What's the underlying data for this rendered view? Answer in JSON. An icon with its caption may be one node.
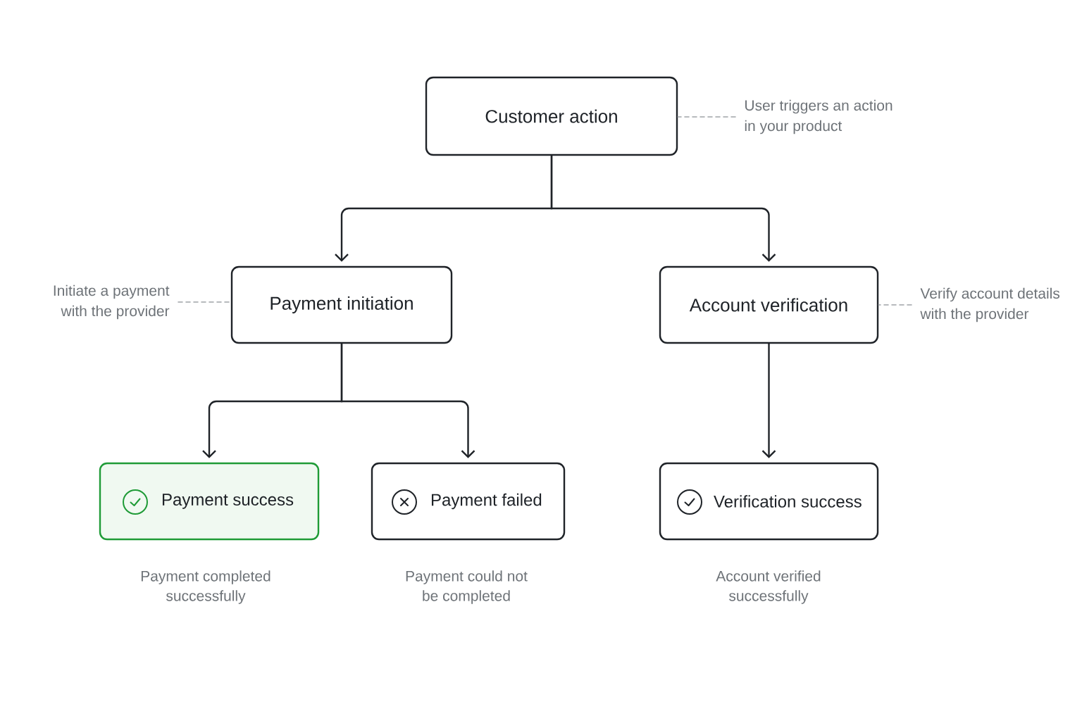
{
  "diagram": {
    "nodes": [
      {
        "text": [
          "Customer action"
        ]
      },
      {
        "text": [
          "User triggers an action in your product"
        ]
      },
      {
        "text": [
          "Initiate a payment with the provider"
        ]
      },
      {
        "text": [
          "Payment initiation"
        ]
      },
      {
        "text": [
          "Account verification"
        ]
      },
      {
        "text": [
          "Verify account details with the provider"
        ]
      },
      {
        "text": [
          "Payment success"
        ],
        "beside": [
          "Payment completed successfully"
        ]
      },
      {
        "text": [
          "Payment failed"
        ],
        "beside": [
          "Payment could not be completed"
        ]
      },
      {
        "text": [
          "Verification success"
        ],
        "beside": [
          "Account verified successfully"
        ]
      }
    ],
    "edges": [
      {
        "from": 0,
        "to": 3,
        "arrow": "to"
      },
      {
        "from": 0,
        "to": 4,
        "arrow": "to"
      },
      {
        "from": 3,
        "to": 6,
        "arrow": "to"
      },
      {
        "from": 3,
        "to": 7,
        "arrow": "to"
      },
      {
        "from": 4,
        "to": 8,
        "arrow": "to"
      },
      {
        "from": 1,
        "to": 0,
        "arrow": "none",
        "style": "dashed",
        "color": "#a0a4a8"
      },
      {
        "from": 2,
        "to": 3,
        "arrow": "none",
        "style": "dashed",
        "color": "#a0a4a8"
      },
      {
        "from": 5,
        "to": 4,
        "arrow": "none",
        "style": "dashed",
        "color": "#a0a4a8"
      }
    ]
  }
}
